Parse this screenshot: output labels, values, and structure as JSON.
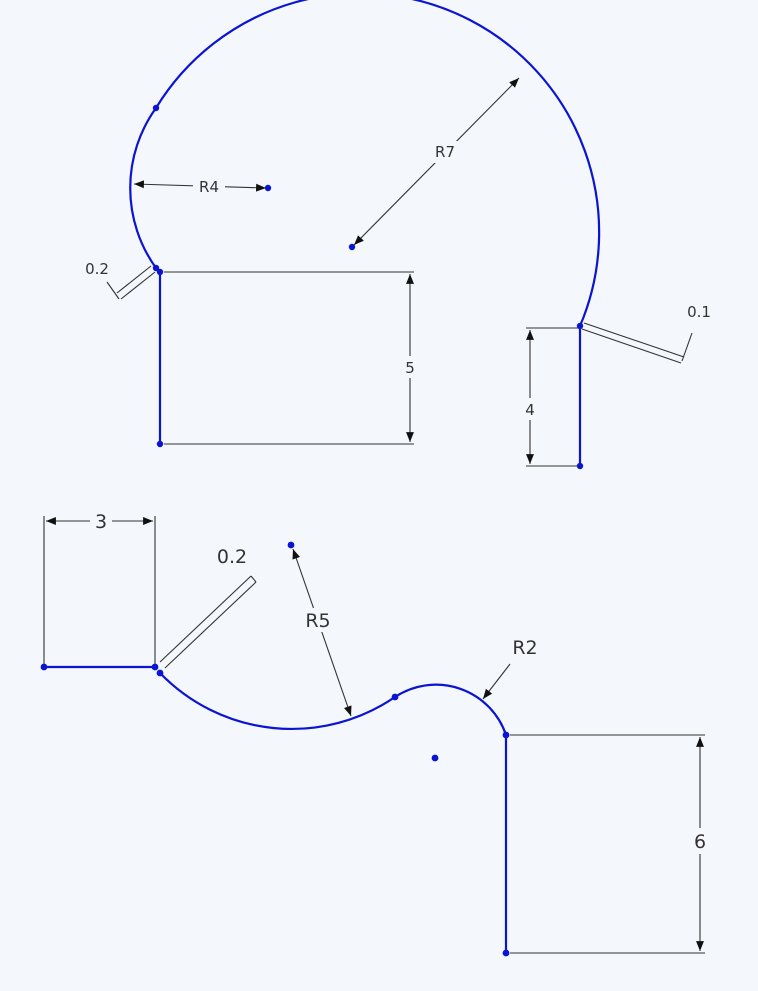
{
  "colors": {
    "geometry": "#0a14d2",
    "dimension": "#333333",
    "background": "#f4f7fb"
  },
  "sketch_top": {
    "radius_large": "R7",
    "radius_small": "R4",
    "height_left": "5",
    "height_right": "4",
    "offset_left": "0.2",
    "offset_right": "0.1"
  },
  "sketch_bottom": {
    "width_left": "3",
    "offset": "0.2",
    "radius_large": "R5",
    "radius_small": "R2",
    "height_right": "6"
  }
}
